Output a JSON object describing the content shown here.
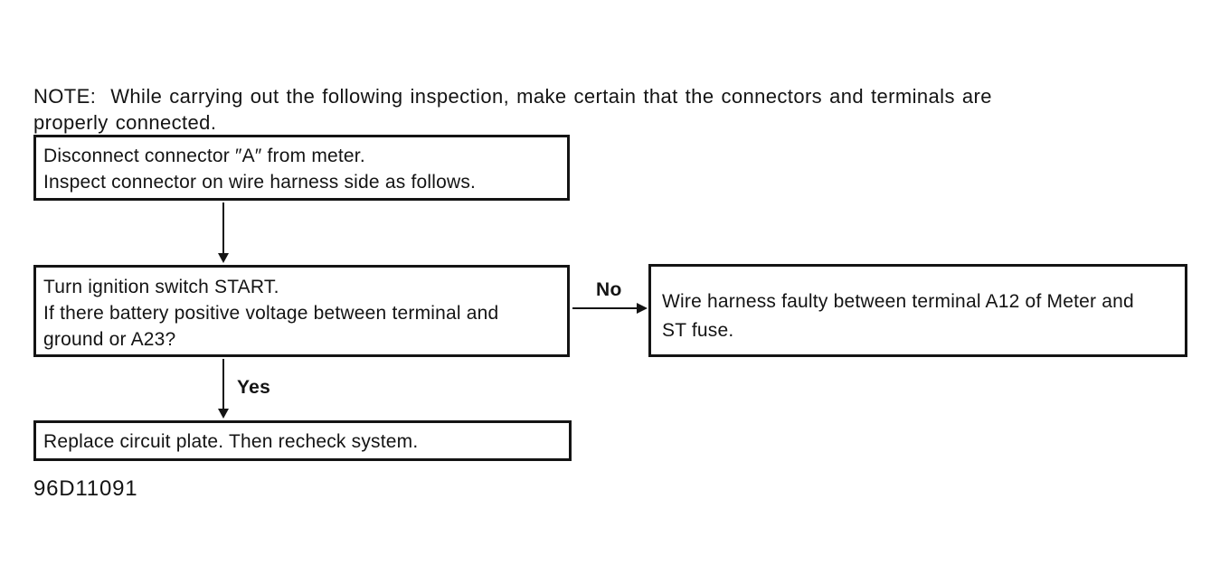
{
  "note": {
    "label": "NOTE:",
    "line1": "While carrying out the following inspection, make certain that the connectors and terminals are",
    "line2": "properly connected."
  },
  "flowchart": {
    "box_disconnect": {
      "lines": [
        "Disconnect connector ″A″ from meter.",
        "Inspect connector on wire harness side as follows."
      ]
    },
    "box_ignition": {
      "lines": [
        "Turn ignition switch START.",
        "If there battery positive voltage between terminal and",
        "ground or A23?"
      ]
    },
    "box_wire_harness": {
      "lines": [
        "Wire harness faulty between terminal A12 of Meter and",
        "ST fuse."
      ]
    },
    "box_replace": {
      "lines": [
        "Replace circuit plate. Then recheck system."
      ]
    },
    "labels": {
      "no": "No",
      "yes": "Yes"
    }
  },
  "figure_code": "96D11091",
  "colors": {
    "ink": "#141414",
    "background": "#ffffff"
  }
}
